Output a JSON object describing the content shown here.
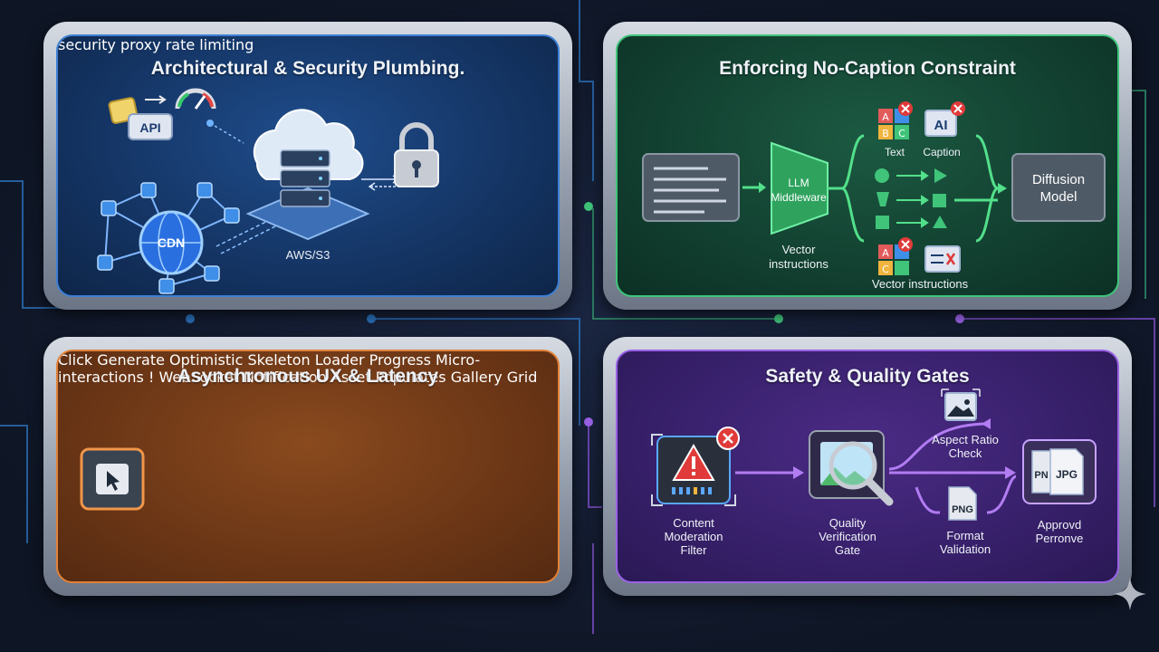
{
  "panels": {
    "architecture": {
      "title": "Architectural & Security Plumbing.",
      "api_badge": "API",
      "cdn_label": "CDN",
      "s3_label": "AWS/S3",
      "proxy_label": [
        "security",
        "proxy"
      ],
      "rate_label": [
        "rate",
        "limiting"
      ]
    },
    "no_caption": {
      "title": "Enforcing No-Caption Constraint",
      "llm_label": [
        "LLM",
        "Middleware"
      ],
      "vector_label": [
        "Vector",
        "instructions"
      ],
      "text_label": "Text",
      "caption_label": "Caption",
      "ai_badge": "AI",
      "vector_bottom_label": "Vector instructions",
      "diffusion_label": [
        "Diffusion",
        "Model"
      ],
      "abc_letters": [
        "A",
        "B",
        "C"
      ]
    },
    "async_ux": {
      "title": "Asynchronous UX & Latency",
      "click_label": [
        "Click",
        "Generate"
      ],
      "skeleton_label": [
        "Optimistic",
        "Skeleton Loader"
      ],
      "progress_label": [
        "Progress",
        "Micro-interactions"
      ],
      "websocket_label": [
        "WebSocket",
        "Notification"
      ],
      "gallery_label": [
        "Asset Populates",
        "Gallery Grid"
      ]
    },
    "safety": {
      "title": "Safety & Quality Gates",
      "moderation_label": [
        "Content",
        "Moderation",
        "Filter"
      ],
      "quality_label": [
        "Quality",
        "Verification",
        "Gate"
      ],
      "aspect_label": [
        "Aspect Ratio",
        "Check"
      ],
      "format_label": [
        "Format",
        "Validation"
      ],
      "png_badge": "PNG",
      "approved_label": [
        "Approvd",
        "Perronve"
      ],
      "pn_badge": "PN",
      "jpg_badge": "JPG"
    }
  },
  "colors": {
    "blue": "#3d7fd4",
    "green": "#3fc47a",
    "orange": "#e0823a",
    "purple": "#9a62e6"
  }
}
